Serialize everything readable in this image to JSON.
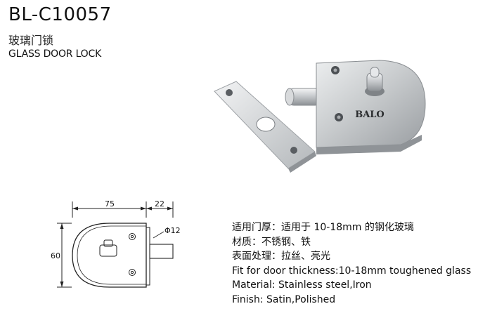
{
  "product": {
    "model": "BL-C10057",
    "name_cn": "玻璃门锁",
    "name_en": "GLASS DOOR LOCK",
    "brand_logo": "BALO"
  },
  "drawing": {
    "width_label": "75",
    "depth_label": "22",
    "height_label": "60",
    "bolt_label": "Φ12"
  },
  "specs": [
    "适用门厚：适用于 10-18mm 的钢化玻璃",
    "材质：不锈钢、铁",
    "表面处理：拉丝、亮光",
    "Fit for door thickness:10-18mm toughened glass",
    "Material: Stainless steel,Iron",
    "Finish: Satin,Polished"
  ],
  "colors": {
    "metal_light": "#dcdedf",
    "metal_mid": "#b9bcbf",
    "metal_dark": "#8e9296",
    "line": "#222222"
  }
}
